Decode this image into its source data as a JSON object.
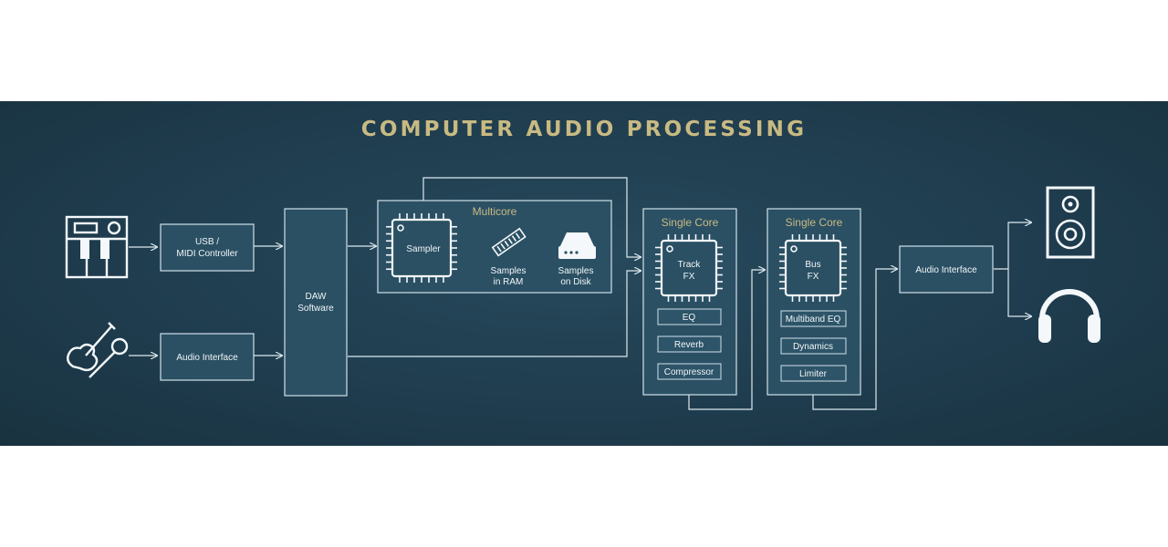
{
  "title": "COMPUTER AUDIO PROCESSING",
  "nodes": {
    "usb_midi": [
      "USB /",
      "MIDI Controller"
    ],
    "audio_interface_in": "Audio Interface",
    "daw": [
      "DAW",
      "Software"
    ],
    "multicore": "Multicore",
    "sampler": "Sampler",
    "samples_ram": [
      "Samples",
      "in RAM"
    ],
    "samples_disk": [
      "Samples",
      "on Disk"
    ],
    "single_core_1": "Single Core",
    "track_fx": [
      "Track",
      "FX"
    ],
    "track_chain": [
      "EQ",
      "Reverb",
      "Compressor"
    ],
    "single_core_2": "Single Core",
    "bus_fx": [
      "Bus",
      "FX"
    ],
    "bus_chain": [
      "Multiband EQ",
      "Dynamics",
      "Limiter"
    ],
    "audio_interface_out": "Audio Interface"
  },
  "icons": [
    "midi-keyboard-icon",
    "guitar-microphone-icon",
    "ram-stick-icon",
    "hard-drive-icon",
    "speaker-icon",
    "headphones-icon"
  ],
  "colors": {
    "background": "#1f3d4f",
    "accent": "#c9ba82",
    "line": "#dde9ef"
  }
}
